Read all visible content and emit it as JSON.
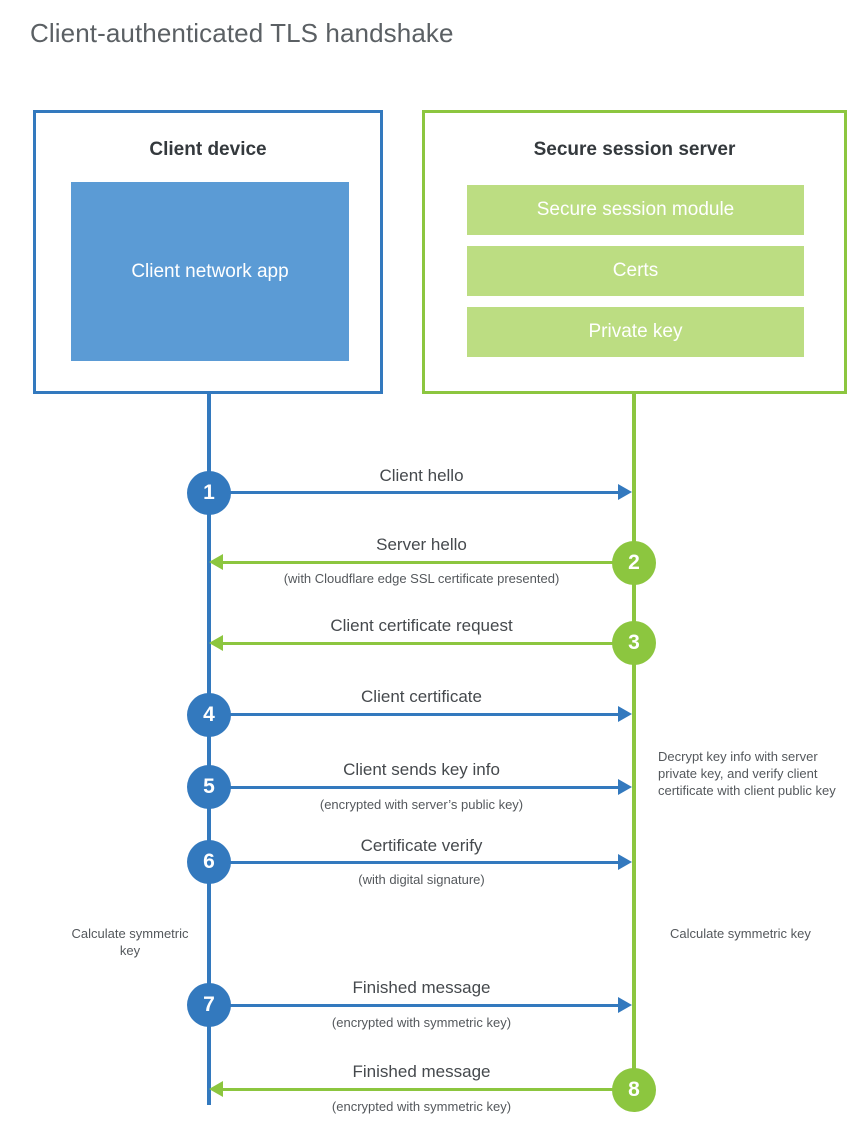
{
  "title": "Client-authenticated TLS handshake",
  "colors": {
    "client_blue": "#3379be",
    "client_app_fill": "#5b9bd5",
    "server_green": "#8cc63f",
    "server_bar_fill": "#bcdd82",
    "text_dark": "#34393d",
    "text_body": "#45494d",
    "background": "#ffffff"
  },
  "client": {
    "title": "Client device",
    "app_label": "Client network app"
  },
  "server": {
    "title": "Secure session server",
    "bars": [
      {
        "label": "Secure session module"
      },
      {
        "label": "Certs"
      },
      {
        "label": "Private key"
      }
    ]
  },
  "steps": [
    {
      "number": "1",
      "label": "Client hello",
      "sub": "",
      "direction": "client-to-server",
      "color": "blue"
    },
    {
      "number": "2",
      "label": "Server hello",
      "sub": "(with Cloudflare edge SSL certificate presented)",
      "direction": "server-to-client",
      "color": "green"
    },
    {
      "number": "3",
      "label": "Client certificate request",
      "sub": "",
      "direction": "server-to-client",
      "color": "green"
    },
    {
      "number": "4",
      "label": "Client certificate",
      "sub": "",
      "direction": "client-to-server",
      "color": "blue"
    },
    {
      "number": "5",
      "label": "Client sends key info",
      "sub": "(encrypted with server’s public key)",
      "direction": "client-to-server",
      "color": "blue"
    },
    {
      "number": "6",
      "label": "Certificate verify",
      "sub": "(with digital signature)",
      "direction": "client-to-server",
      "color": "blue"
    },
    {
      "number": "7",
      "label": "Finished message",
      "sub": "(encrypted with symmetric key)",
      "direction": "client-to-server",
      "color": "blue"
    },
    {
      "number": "8",
      "label": "Finished message",
      "sub": "(encrypted with symmetric key)",
      "direction": "server-to-client",
      "color": "green"
    }
  ],
  "annotations": {
    "server_decrypt_note": "Decrypt key info with server private key, and verify client certificate with client public key",
    "client_calc_note": "Calculate symmetric key",
    "server_calc_note": "Calculate symmetric key"
  }
}
